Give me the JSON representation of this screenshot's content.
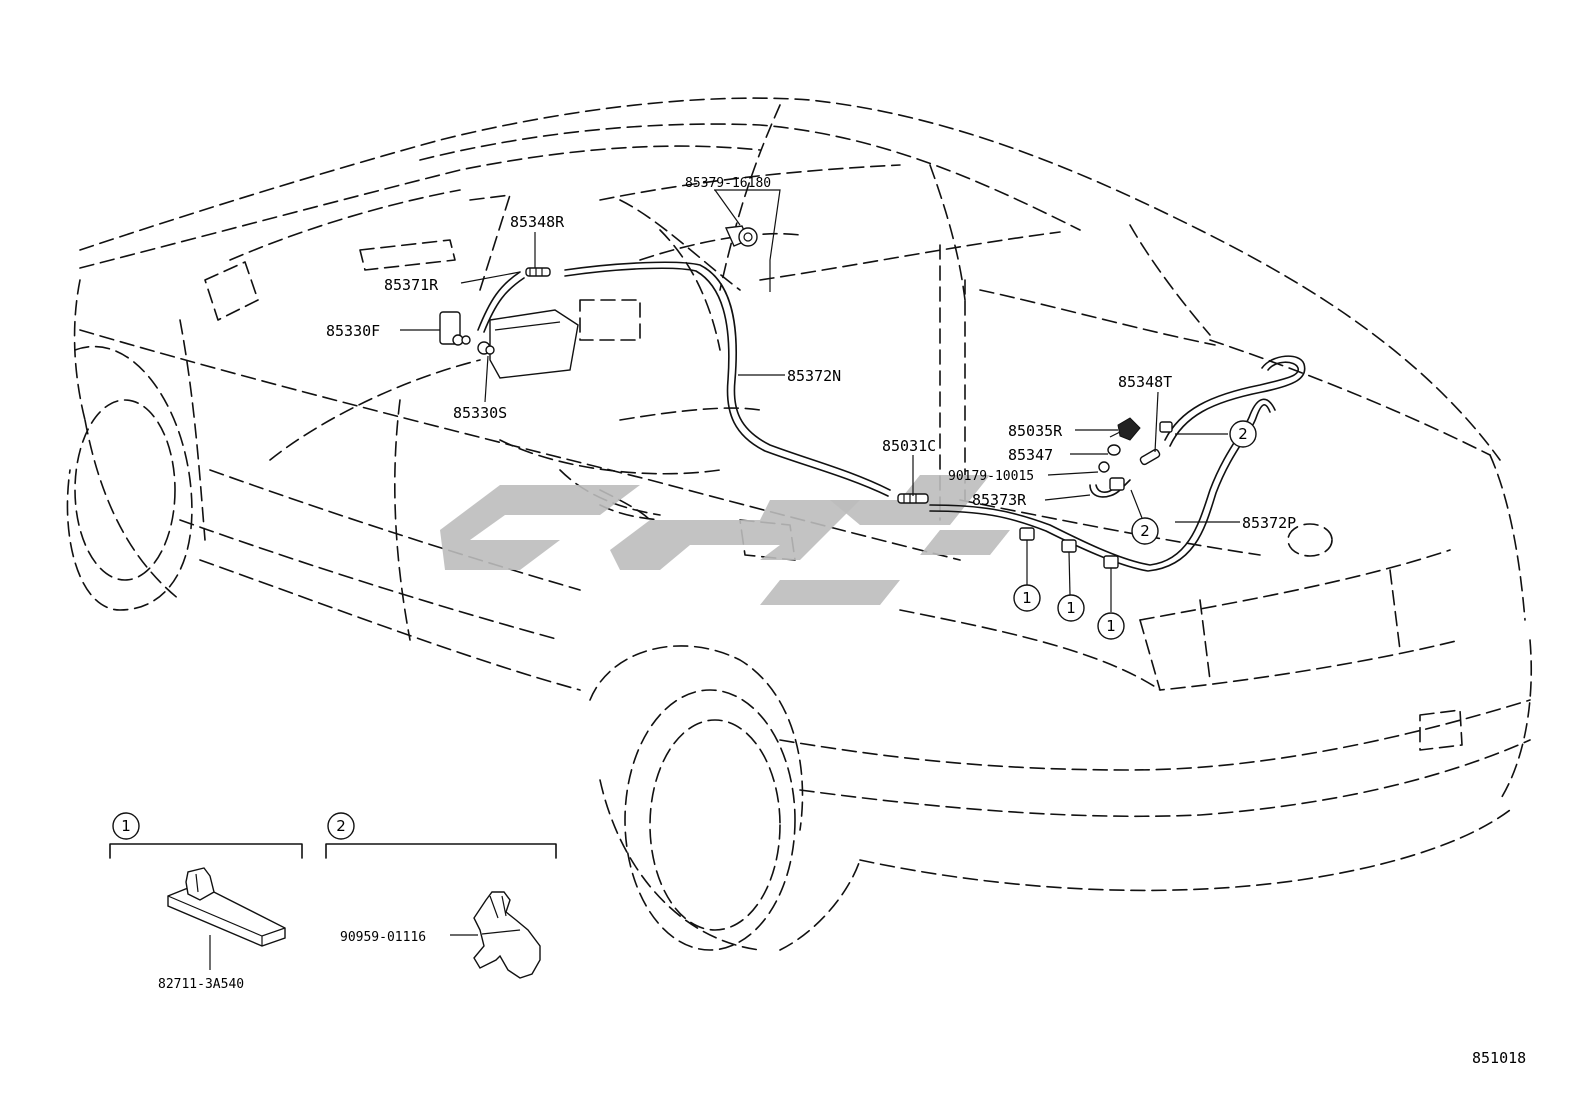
{
  "diagram_code": "851018",
  "callout_1": "1",
  "callout_2": "2",
  "parts": {
    "p85379_16180": "85379-16180",
    "p85348R": "85348R",
    "p85371R": "85371R",
    "p85330F": "85330F",
    "p85330S": "85330S",
    "p85372N": "85372N",
    "p85348T": "85348T",
    "p85035R": "85035R",
    "p85347": "85347",
    "p90179_10015": "90179-10015",
    "p85031C": "85031C",
    "p85373R": "85373R",
    "p85372P": "85372P"
  },
  "detail_1": {
    "number": "1",
    "part": "82711-3A540"
  },
  "detail_2": {
    "number": "2",
    "part": "90959-01116"
  }
}
